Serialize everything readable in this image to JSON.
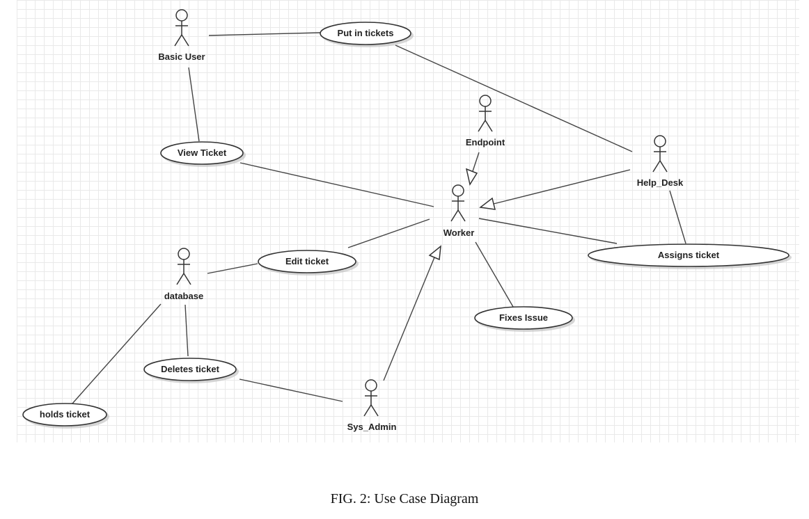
{
  "actors": {
    "basic_user": "Basic User",
    "endpoint": "Endpoint",
    "help_desk": "Help_Desk",
    "worker": "Worker",
    "database": "database",
    "sys_admin": "Sys_Admin"
  },
  "use_cases": {
    "put_in_tickets": "Put in tickets",
    "view_ticket": "View Ticket",
    "edit_ticket": "Edit ticket",
    "assigns_ticket": "Assigns ticket",
    "fixes_issue": "Fixes Issue",
    "deletes_ticket": "Deletes ticket",
    "holds_ticket": "holds ticket"
  },
  "caption": "FIG. 2: Use Case Diagram"
}
